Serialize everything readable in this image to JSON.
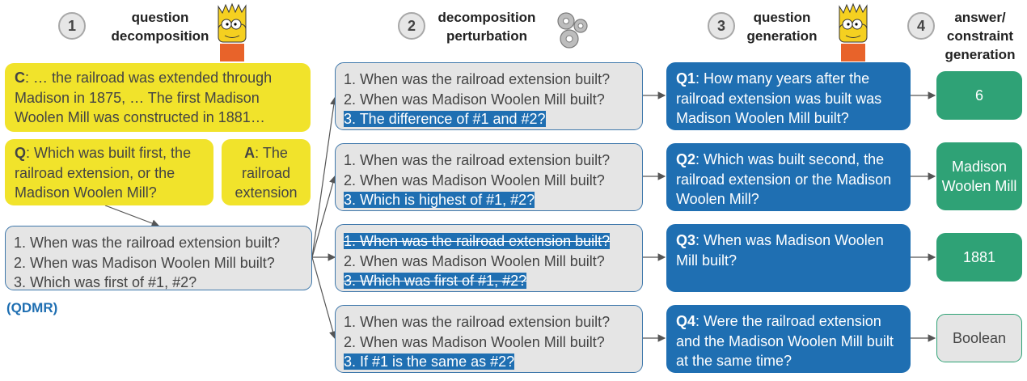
{
  "steps": [
    {
      "num": "1",
      "title": "question decomposition"
    },
    {
      "num": "2",
      "title": "decomposition perturbation"
    },
    {
      "num": "3",
      "title": "question generation"
    },
    {
      "num": "4",
      "title": "answer/ constraint generation"
    }
  ],
  "context": {
    "label": "C",
    "text": ": … the railroad was extended through Madison in 1875, … The first Madison Woolen Mill was constructed in 1881…"
  },
  "question": {
    "label": "Q",
    "text": ": Which was built first, the railroad extension, or the Madison Woolen Mill?"
  },
  "answer": {
    "label": "A",
    "text": ": The railroad extension"
  },
  "qdmr": {
    "steps": [
      "1. When was the railroad extension built?",
      "2. When was Madison Woolen Mill built?",
      "3. Which was first of #1, #2?"
    ],
    "label": "(QDMR)"
  },
  "perturbations": [
    {
      "lines": [
        "1. When was the railroad extension built?",
        "2. When was Madison Woolen Mill built?",
        "3. The difference of #1 and #2?"
      ]
    },
    {
      "lines": [
        "1. When was the railroad extension built?",
        "2. When was Madison Woolen Mill built?",
        "3. Which is highest of #1, #2?"
      ]
    },
    {
      "lines": [
        "1. When was the railroad extension built?",
        "2. When was Madison Woolen Mill built?",
        "3. Which was first of #1, #2?"
      ]
    },
    {
      "lines": [
        "1. When was the railroad extension built?",
        "2. When was Madison Woolen Mill built?",
        "3. If #1 is the same as #2?"
      ]
    }
  ],
  "generated_questions": [
    {
      "label": "Q1",
      "text": ": How many years after the railroad extension was built was Madison Woolen Mill built?"
    },
    {
      "label": "Q2",
      "text": ": Which was built second, the railroad extension or the Madison Woolen Mill?"
    },
    {
      "label": "Q3",
      "text": ": When was Madison Woolen Mill built?"
    },
    {
      "label": "Q4",
      "text": ": Were the railroad extension and the Madison Woolen Mill built at the same time?"
    }
  ],
  "answers": [
    "6",
    "Madison Woolen Mill",
    "1881",
    "Boolean"
  ],
  "colors": {
    "yellow": "#f1e32b",
    "gray": "#e5e5e5",
    "blue": "#1f6fb2",
    "green": "#2fa276",
    "outline": "#3f78ab"
  }
}
